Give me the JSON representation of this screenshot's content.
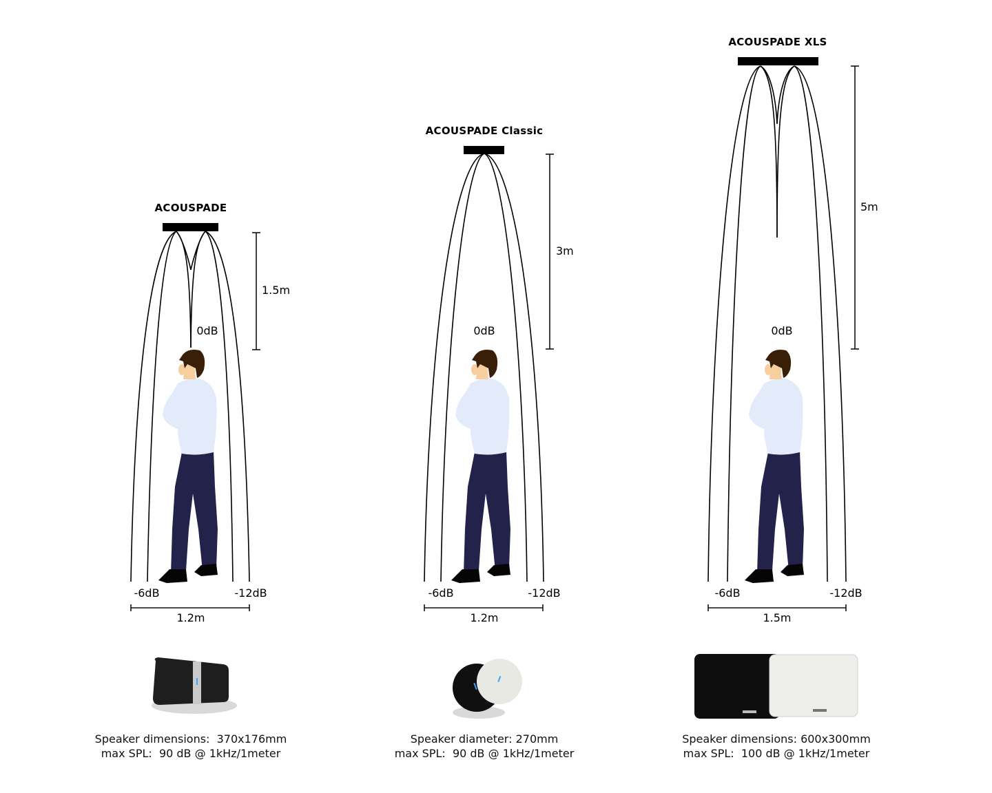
{
  "diagrams": [
    {
      "title": "ACOUSPADE",
      "height_label": "1.5m",
      "center_label": "0dB",
      "left_label": "-6dB",
      "right_label": "-12dB",
      "width_label": "1.2m",
      "spec_line1": "Speaker dimensions:  370x176mm",
      "spec_line2": "max SPL:  90 dB @ 1kHz/1meter"
    },
    {
      "title": "ACOUSPADE Classic",
      "height_label": "3m",
      "center_label": "0dB",
      "left_label": "-6dB",
      "right_label": "-12dB",
      "width_label": "1.2m",
      "spec_line1": "Speaker diameter: 270mm",
      "spec_line2": "max SPL:  90 dB @ 1kHz/1meter"
    },
    {
      "title": "ACOUSPADE XLS",
      "height_label": "5m",
      "center_label": "0dB",
      "left_label": "-6dB",
      "right_label": "-12dB",
      "width_label": "1.5m",
      "spec_line1": "Speaker dimensions: 600x300mm",
      "spec_line2": "max SPL:  100 dB @ 1kHz/1meter"
    }
  ],
  "colors": {
    "line": "#000000",
    "shirt": "#e3ebfb",
    "trousers": "#22224a",
    "hair": "#3a1f08",
    "skin": "#f7cf9f",
    "shoes": "#050505",
    "speaker_dark": "#1b1b1b",
    "speaker_light": "#e9e9e4",
    "led": "#3aa6ff"
  }
}
